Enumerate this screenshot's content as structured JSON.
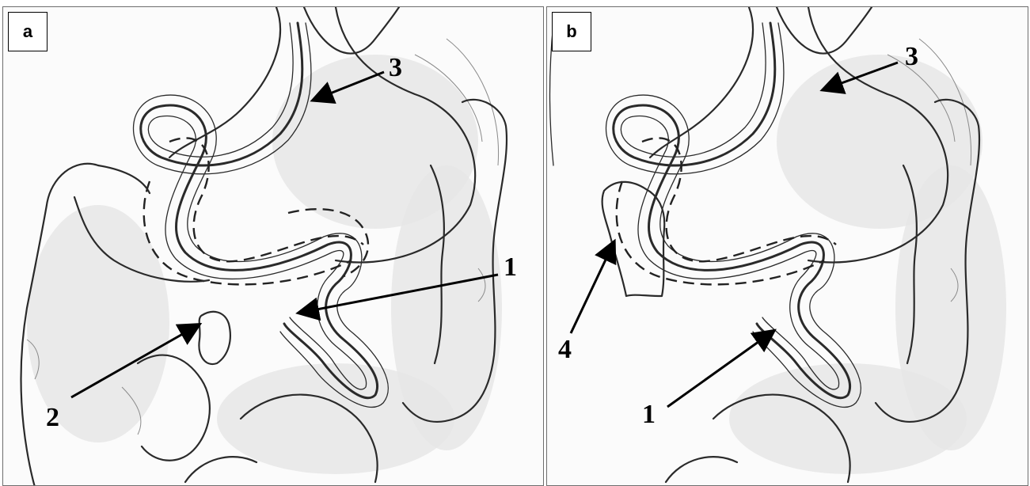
{
  "figure": {
    "panels": [
      {
        "id": "a",
        "tag": "a",
        "labels": [
          "1",
          "2",
          "3"
        ]
      },
      {
        "id": "b",
        "tag": "b",
        "labels": [
          "1",
          "3",
          "4"
        ]
      }
    ]
  },
  "panel_a": {
    "tag": "a",
    "label_1": "1",
    "label_2": "2",
    "label_3": "3"
  },
  "panel_b": {
    "tag": "b",
    "label_1": "1",
    "label_3": "3",
    "label_4": "4"
  },
  "colors": {
    "ink": "#2a2a2a",
    "arrow": "#000000",
    "background": "#fbfbfb"
  }
}
